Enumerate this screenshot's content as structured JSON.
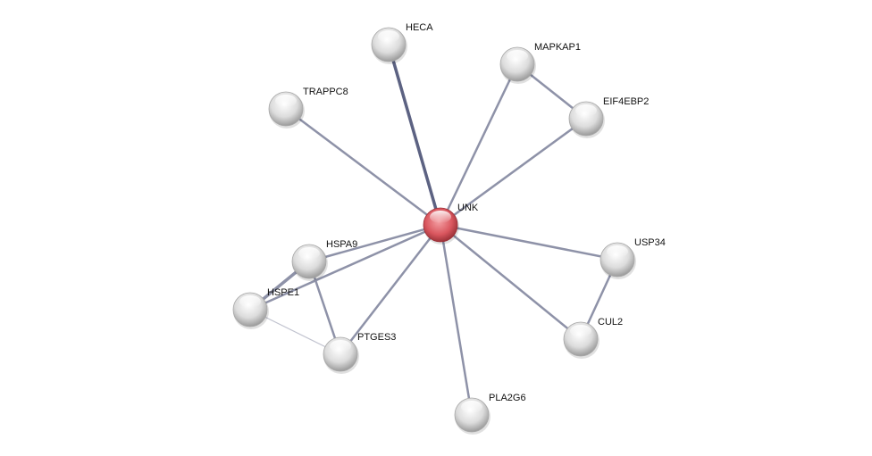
{
  "network": {
    "nodes": [
      {
        "id": "UNK",
        "label": "UNK",
        "query": true
      },
      {
        "id": "HECA",
        "label": "HECA"
      },
      {
        "id": "MAPKAP1",
        "label": "MAPKAP1"
      },
      {
        "id": "EIF4EBP2",
        "label": "EIF4EBP2"
      },
      {
        "id": "TRAPPC8",
        "label": "TRAPPC8"
      },
      {
        "id": "USP34",
        "label": "USP34"
      },
      {
        "id": "CUL2",
        "label": "CUL2"
      },
      {
        "id": "PLA2G6",
        "label": "PLA2G6"
      },
      {
        "id": "PTGES3",
        "label": "PTGES3"
      },
      {
        "id": "HSPE1",
        "label": "HSPE1"
      },
      {
        "id": "HSPA9",
        "label": "HSPA9"
      }
    ],
    "edges": [
      {
        "source": "UNK",
        "target": "HECA"
      },
      {
        "source": "UNK",
        "target": "MAPKAP1"
      },
      {
        "source": "UNK",
        "target": "EIF4EBP2"
      },
      {
        "source": "MAPKAP1",
        "target": "EIF4EBP2"
      },
      {
        "source": "UNK",
        "target": "TRAPPC8"
      },
      {
        "source": "UNK",
        "target": "USP34"
      },
      {
        "source": "USP34",
        "target": "CUL2"
      },
      {
        "source": "UNK",
        "target": "CUL2"
      },
      {
        "source": "UNK",
        "target": "PLA2G6"
      },
      {
        "source": "UNK",
        "target": "PTGES3"
      },
      {
        "source": "UNK",
        "target": "HSPA9"
      },
      {
        "source": "UNK",
        "target": "HSPE1"
      },
      {
        "source": "HSPA9",
        "target": "HSPE1"
      },
      {
        "source": "HSPA9",
        "target": "PTGES3"
      },
      {
        "source": "HSPE1",
        "target": "PTGES3"
      }
    ],
    "colors": {
      "query_node": "#d9565e",
      "node": "#d8d8d8",
      "edge": "#8e92a8"
    }
  }
}
